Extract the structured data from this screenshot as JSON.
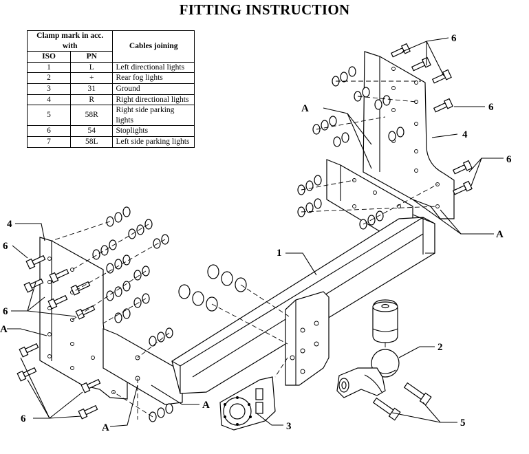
{
  "title": "FITTING INSTRUCTION",
  "table": {
    "header_clamp": "Clamp mark in acc. with",
    "header_cables": "Cables joining",
    "sub_iso": "ISO",
    "sub_pn": "PN",
    "rows": [
      {
        "iso": "1",
        "pn": "L",
        "cable": "Left directional lights"
      },
      {
        "iso": "2",
        "pn": "+",
        "cable": "Rear fog lights"
      },
      {
        "iso": "3",
        "pn": "31",
        "cable": "Ground"
      },
      {
        "iso": "4",
        "pn": "R",
        "cable": "Right directional lights"
      },
      {
        "iso": "5",
        "pn": "58R",
        "cable": "Right side parking lights"
      },
      {
        "iso": "6",
        "pn": "54",
        "cable": "Stoplights"
      },
      {
        "iso": "7",
        "pn": "58L",
        "cable": "Left side parking lights"
      }
    ]
  },
  "callouts": {
    "c6_top": "6",
    "c6_right": "6",
    "c6_right2": "6",
    "c4_right": "4",
    "cA_top": "A",
    "cA_right": "A",
    "c4_left": "4",
    "c6_left_top": "6",
    "c6_left_mid": "6",
    "cA_left": "A",
    "c6_left_bottom": "6",
    "cA_bottom": "A",
    "cA_bottom2": "A",
    "c1": "1",
    "c2": "2",
    "c3": "3",
    "c5": "5"
  }
}
